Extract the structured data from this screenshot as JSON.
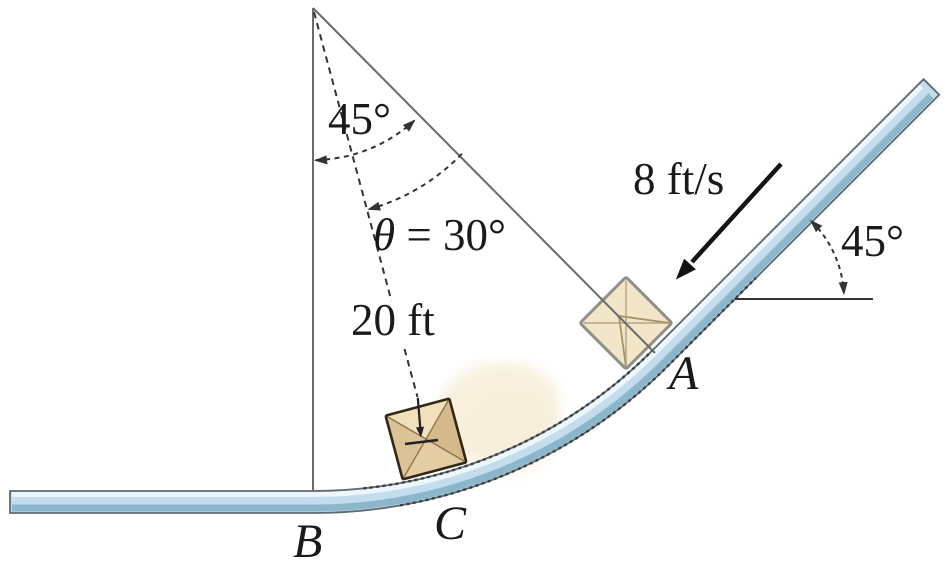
{
  "figure": {
    "type": "physics-diagram",
    "description": "Package sliding down a 45-degree chute into a circular curve of radius 20 ft"
  },
  "labels": {
    "apex_angle": "45°",
    "theta_symbol": "θ",
    "theta_value": " = 30°",
    "radius_length": "20 ft",
    "initial_speed": "8 ft/s",
    "incline_angle": "45°",
    "point_top": "A",
    "point_bottom": "B",
    "point_curve": "C"
  },
  "colors": {
    "track_fill": "#c3ddec",
    "track_highlight": "#edf6fa",
    "track_shadow": "#8cb6cc",
    "track_outline": "#5d6a72",
    "structure_line": "#6a6a6a",
    "annotation_line": "#333333",
    "velocity_arrow": "#141414",
    "package_fill": "#f3e5c8",
    "package_fill_dark": "#d5b98b",
    "package_outline_a": "#8f8f8a",
    "package_outline_c": "#332717",
    "motion_cloud": "#f8f0dd",
    "text": "#1a1a1a"
  }
}
